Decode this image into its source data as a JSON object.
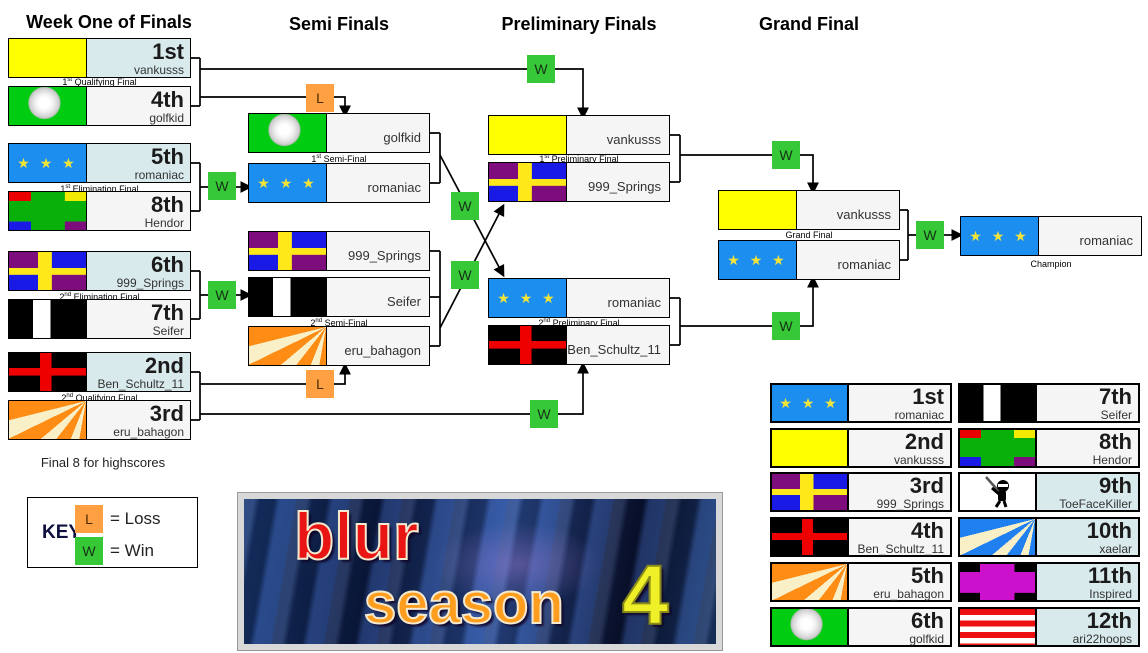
{
  "headers": {
    "week_one": "Week One of Finals",
    "semi": "Semi Finals",
    "preliminary": "Preliminary Finals",
    "grand": "Grand Final"
  },
  "results": {
    "win": "W",
    "loss": "L"
  },
  "key": {
    "title": "KEY",
    "loss_label": "= Loss",
    "win_label": "= Win"
  },
  "note": "Final 8 for highscores",
  "logo": {
    "word1": "blur",
    "word2": "season",
    "number": "4"
  },
  "match_labels": {
    "qf1": {
      "num": "1",
      "sup": "st",
      "text": " Qualifying Final"
    },
    "ef1": {
      "num": "1",
      "sup": "st",
      "text": " Elimination Final"
    },
    "ef2": {
      "num": "2",
      "sup": "nd",
      "text": " Elimination Final"
    },
    "qf2": {
      "num": "2",
      "sup": "nd",
      "text": " Qualifying Final"
    },
    "sf1": {
      "num": "1",
      "sup": "st",
      "text": " Semi-Final"
    },
    "sf2": {
      "num": "2",
      "sup": "nd",
      "text": " Semi-Final"
    },
    "pf1": {
      "num": "1",
      "sup": "st",
      "text": " Preliminary Final"
    },
    "pf2": {
      "num": "2",
      "sup": "nd",
      "text": " Preliminary Final"
    },
    "grand_final": "Grand Final",
    "champion": "Champion"
  },
  "week_one": {
    "vankusss": {
      "rank": "1st",
      "name": "vankusss"
    },
    "golfkid": {
      "rank": "4th",
      "name": "golfkid"
    },
    "romaniac": {
      "rank": "5th",
      "name": "romaniac"
    },
    "hendor": {
      "rank": "8th",
      "name": "Hendor"
    },
    "springs": {
      "rank": "6th",
      "name": "999_Springs"
    },
    "seifer": {
      "rank": "7th",
      "name": "Seifer"
    },
    "ben": {
      "rank": "2nd",
      "name": "Ben_Schultz_11"
    },
    "eru": {
      "rank": "3rd",
      "name": "eru_bahagon"
    }
  },
  "semi_finals": {
    "golfkid": "golfkid",
    "romaniac": "romaniac",
    "springs": "999_Springs",
    "seifer": "Seifer",
    "eru": "eru_bahagon"
  },
  "preliminary_finals": {
    "vankusss": "vankusss",
    "springs": "999_Springs",
    "romaniac": "romaniac",
    "ben": "Ben_Schultz_11"
  },
  "grand_final": {
    "vankusss": "vankusss",
    "romaniac": "romaniac"
  },
  "champion": {
    "name": "romaniac"
  },
  "standings": {
    "left": [
      {
        "rank": "1st",
        "name": "romaniac"
      },
      {
        "rank": "2nd",
        "name": "vankusss"
      },
      {
        "rank": "3rd",
        "name": "999_Springs"
      },
      {
        "rank": "4th",
        "name": "Ben_Schultz_11"
      },
      {
        "rank": "5th",
        "name": "eru_bahagon"
      },
      {
        "rank": "6th",
        "name": "golfkid"
      }
    ],
    "right": [
      {
        "rank": "7th",
        "name": "Seifer"
      },
      {
        "rank": "8th",
        "name": "Hendor"
      },
      {
        "rank": "9th",
        "name": "ToeFaceKiller"
      },
      {
        "rank": "10th",
        "name": "xaelar"
      },
      {
        "rank": "11th",
        "name": "Inspired"
      },
      {
        "rank": "12th",
        "name": "ari22hoops"
      }
    ]
  },
  "icons": {
    "vankusss": "solid-yellow-flag",
    "golfkid": "green-golf-ball-flag",
    "romaniac": "blue-three-stars-flag",
    "hendor": "green-cross-multicolor-corners-flag",
    "springs": "yellow-nordic-cross-purple-blue-flag",
    "seifer": "black-white-stripe-flag",
    "ben": "black-red-cross-flag",
    "eru": "orange-sunburst-flag",
    "toefacekiller": "ninja-flag",
    "xaelar": "blue-sunburst-flag",
    "inspired": "black-magenta-cross-flag",
    "ari22hoops": "red-white-stripes-flag"
  },
  "colors": {
    "win": "#37c837",
    "loss": "#ffa143",
    "highlight": "#d9eaec"
  }
}
